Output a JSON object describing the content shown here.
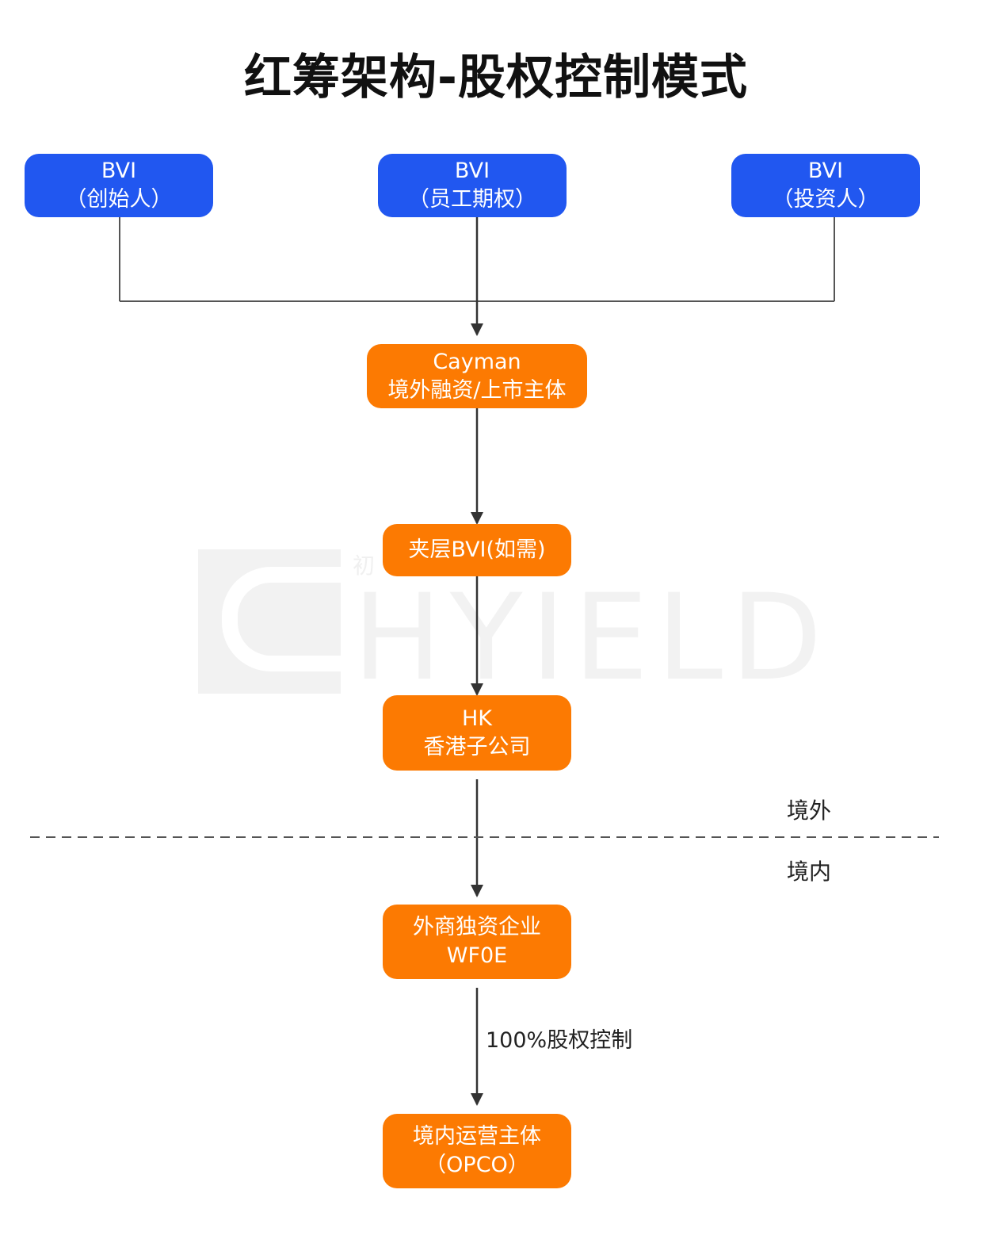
{
  "title": "红筹架构-股权控制模式",
  "nodes": {
    "bvi_founder": {
      "line1": "BVI",
      "line2": "（创始人）"
    },
    "bvi_esop": {
      "line1": "BVI",
      "line2": "（员工期权）"
    },
    "bvi_investor": {
      "line1": "BVI",
      "line2": "（投资人）"
    },
    "cayman": {
      "line1": "Cayman",
      "line2": "境外融资/上市主体"
    },
    "intermediate_bvi": {
      "line1": "夹层BVI(如需)"
    },
    "hk": {
      "line1": "HK",
      "line2": "香港子公司"
    },
    "wfoe": {
      "line1": "外商独资企业",
      "line2": "WF0E"
    },
    "opco": {
      "line1": "境内运营主体",
      "line2": "（OPCO）"
    }
  },
  "regions": {
    "offshore": "境外",
    "onshore": "境内"
  },
  "edge_labels": {
    "wfoe_to_opco": "100%股权控制"
  },
  "watermark": {
    "text": "HYIELD",
    "subtext": "初"
  },
  "colors": {
    "blue_node": "#2157f0",
    "orange_node": "#fc7a02",
    "connector": "#333333"
  }
}
